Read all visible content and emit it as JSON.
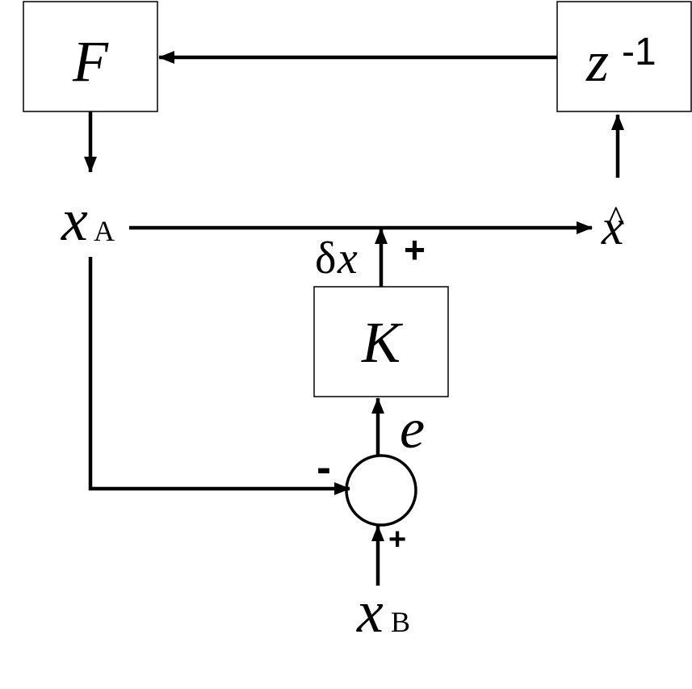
{
  "blocks": {
    "f": {
      "label": "F"
    },
    "z": {
      "label": "z",
      "exponent": "-1"
    },
    "k": {
      "label": "K"
    }
  },
  "signals": {
    "xa": {
      "symbol": "x",
      "subscript": "A"
    },
    "xb": {
      "symbol": "x",
      "subscript": "B"
    },
    "xhat": {
      "symbol": "x",
      "hat": "^"
    },
    "dx": {
      "delta": "δ",
      "symbol": "x"
    },
    "e": {
      "symbol": "e"
    }
  },
  "signs": {
    "dx_plus": "+",
    "sum_minus": "-",
    "sum_plus": "+"
  },
  "colors": {
    "stroke": "#000000",
    "background": "#ffffff"
  }
}
